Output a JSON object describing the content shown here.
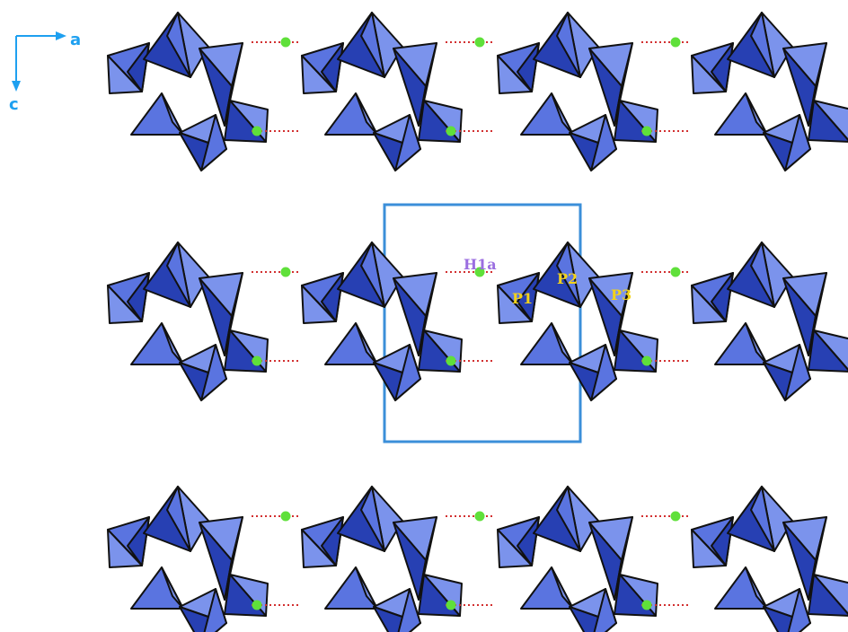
{
  "axes": {
    "a_label": "a",
    "c_label": "c"
  },
  "labels": {
    "h1a": "H1a",
    "p1": "P1",
    "p2": "P2",
    "p3": "P3"
  },
  "rows": 3,
  "units_per_row": 4,
  "colors": {
    "axis": "#1ea0f0",
    "unit_cell": "#3b8fd9",
    "h_atom": "#5fe03a",
    "h_bond": "#d23030",
    "h1a_label": "#9b6ee0",
    "p_label": "#f2d21a",
    "poly_light": "#7b93ec",
    "poly_mid": "#5a74e0",
    "poly_dark": "#2740b3",
    "poly_edge": "#111111"
  }
}
